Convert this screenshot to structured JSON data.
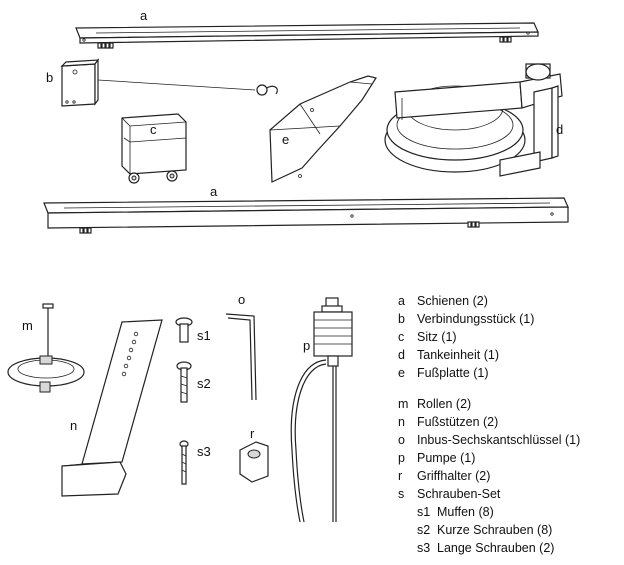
{
  "labels": {
    "a_top": "a",
    "b": "b",
    "c": "c",
    "d": "d",
    "e": "e",
    "a_bottom": "a",
    "m": "m",
    "n": "n",
    "o": "o",
    "p": "p",
    "r": "r",
    "s1": "s1",
    "s2": "s2",
    "s3": "s3"
  },
  "legend": {
    "group1": [
      {
        "key": "a",
        "text": "Schienen (2)"
      },
      {
        "key": "b",
        "text": "Verbindungsstück (1)"
      },
      {
        "key": "c",
        "text": "Sitz (1)"
      },
      {
        "key": "d",
        "text": "Tankeinheit (1)"
      },
      {
        "key": "e",
        "text": "Fußplatte (1)"
      }
    ],
    "group2": [
      {
        "key": "m",
        "text": "Rollen (2)"
      },
      {
        "key": "n",
        "text": "Fußstützen (2)"
      },
      {
        "key": "o",
        "text": "Inbus-Sechskantschlüssel (1)"
      },
      {
        "key": "p",
        "text": "Pumpe (1)"
      },
      {
        "key": "r",
        "text": "Griffhalter (2)"
      },
      {
        "key": "s",
        "text": "Schrauben-Set"
      }
    ],
    "subitems": [
      {
        "key": "s1",
        "text": "Muffen (8)"
      },
      {
        "key": "s2",
        "text": "Kurze Schrauben (8)"
      },
      {
        "key": "s3",
        "text": "Lange Schrauben (2)"
      }
    ]
  }
}
